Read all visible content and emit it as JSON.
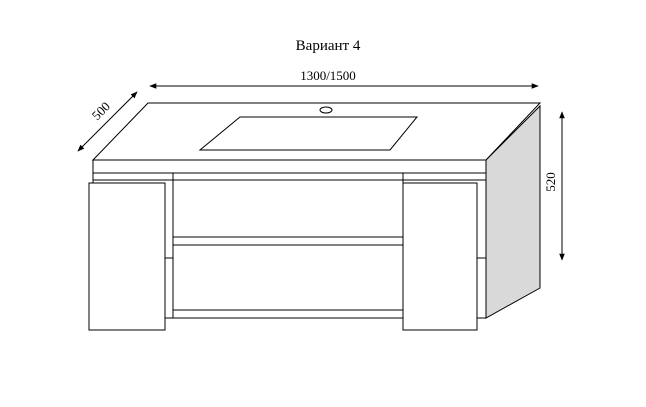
{
  "title": "Вариант 4",
  "dimensions": {
    "width": "1300/1500",
    "depth": "500",
    "height": "520"
  },
  "colors": {
    "line": "#000000",
    "side_panel": "#d9d9d9",
    "background": "#ffffff"
  }
}
